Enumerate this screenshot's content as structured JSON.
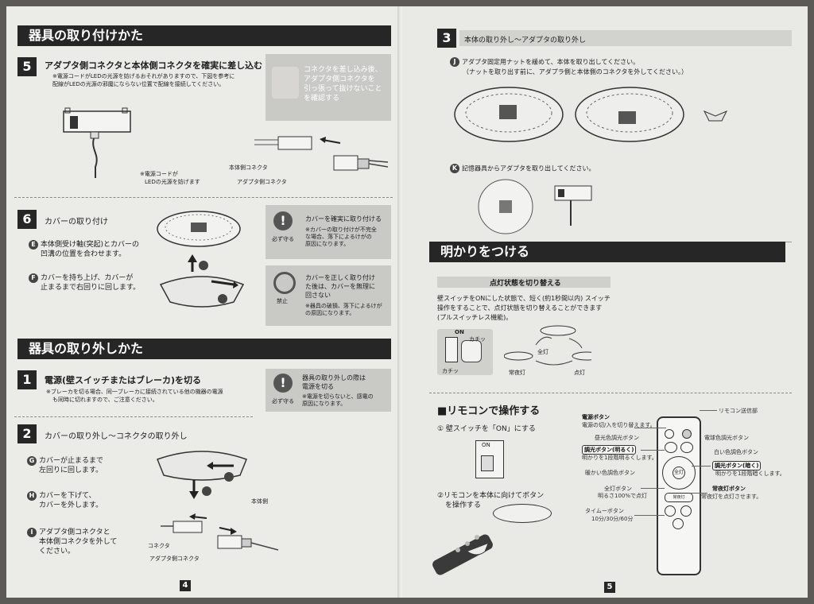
{
  "left": {
    "section_install": "器具の取り付けかた",
    "step5": {
      "num": "5",
      "title": "アダプタ側コネクタと本体側コネクタを確実に差し込む",
      "note_line1": "※電源コードがLEDの光源を妨げるおそれがありますので、下図を参考に",
      "note_line2": "配線がLEDの光源の邪魔にならない位置で配線を接続してください。",
      "caption_line1": "※電源コードが",
      "caption_line2": "LEDの光源を妨げます",
      "label_body_connector": "本体側コネクタ",
      "label_adapter_connector": "アダプタ側コネクタ",
      "tip_line1": "コネクタを差し込み後、",
      "tip_line2": "アダプタ側コネクタを",
      "tip_line3": "引っ張って抜けないこと",
      "tip_line4": "を確認する"
    },
    "step6": {
      "num": "6",
      "title": "カバーの取り付け",
      "item_e_mark": "E",
      "item_e_line1": "本体側受け軸(突起)とカバーの",
      "item_e_line2": "凹溝の位置を合わせます。",
      "item_f_mark": "F",
      "item_f_line1": "カバーを持ち上げ、カバーが",
      "item_f_line2": "止まるまで右回りに回します。",
      "warn1_icon_label": "必ず守る",
      "warn1_title": "カバーを確実に取り付ける",
      "warn1_note1": "※カバーの取り付けが不完全",
      "warn1_note2": "な場合、落下によるけがの",
      "warn1_note3": "原因になります。",
      "warn2_icon_label": "禁止",
      "warn2_line1": "カバーを正しく取り付け",
      "warn2_line2": "た後は、カバーを無理に",
      "warn2_line3": "回さない",
      "warn2_note1": "※器具の破損、落下によるけが",
      "warn2_note2": "の原因になります。"
    },
    "section_remove": "器具の取り外しかた",
    "rstep1": {
      "num": "1",
      "title": "電源(壁スイッチまたはブレーカ)を切る",
      "note_line1": "※ブレーカを切る場合、同一ブレーカに接続されている他の機器の電源",
      "note_line2": "も同時に切れますので、ご注意ください。",
      "warn_icon_label": "必ず守る",
      "warn_line1": "器具の取り外しの際は",
      "warn_line2": "電源を切る",
      "warn_note1": "※電源を切らないと、感電の",
      "warn_note2": "原因になります。"
    },
    "rstep2": {
      "num": "2",
      "title": "カバーの取り外し～コネクタの取り外し",
      "item_g_mark": "G",
      "item_g_line1": "カバーが止まるまで",
      "item_g_line2": "左回りに回します。",
      "item_h_mark": "H",
      "item_h_line1": "カバーを下げて、",
      "item_h_line2": "カバーを外します。",
      "item_i_mark": "I",
      "item_i_line1": "アダプタ側コネクタと",
      "item_i_line2": "本体側コネクタを外して",
      "item_i_line3": "ください。",
      "label_body": "本体側",
      "label_connector": "コネクタ",
      "label_adapter_connector": "アダプタ側コネクタ"
    },
    "page_number": "4"
  },
  "right": {
    "rstep3": {
      "num": "3",
      "title": "本体の取り外し～アダプタの取り外し",
      "item_j_mark": "J",
      "item_j_line1": "アダプタ固定用ナットを緩めて、本体を取り出してください。",
      "item_j_line2": "（ナットを取り出す前に、アダプラ側と本体側のコネクタを外してください。）",
      "item_k_mark": "K",
      "item_k_text": "記憶器具からアダプタを取り出してください。"
    },
    "section_light": "明かりをつける",
    "switch_mode": {
      "bar_title": "点灯状態を切り替える",
      "desc_line1": "壁スイッチをONにした状態で、短く(約1秒間以内) スイッチ",
      "desc_line2": "操作をすることで、点灯状態を切り替えることができます",
      "desc_line3": "(プルスイッチレス機能)。",
      "label_on": "ON",
      "label_click1": "カチッ",
      "label_click2": "カチッ",
      "label_full": "全灯",
      "label_night": "常夜灯",
      "label_off": "点灯"
    },
    "remote": {
      "heading": "■リモコンで操作する",
      "step1": "① 壁スイッチを「ON」にする",
      "switch_on": "ON",
      "step2_line1": "②リモコンを本体に向けてボタン",
      "step2_line2": "を操作する",
      "transmitter": "リモコン送信部",
      "power_btn": "電源ボタン",
      "power_desc": "電源の切/入を切り替えます。",
      "daylight_btn": "昼光色調光ボタン",
      "bulb_btn": "電球色調光ボタン",
      "bright_btn": "調光ボタン(明るく)",
      "bright_desc": "明かりを1段階明るくします。",
      "white_btn": "白い色調色ボタン",
      "warm_btn": "暖かい色調色ボタン",
      "dim_btn": "調光ボタン(暗く)",
      "dim_desc": "明かりを1段階暗くします。",
      "full_btn": "全灯ボタン",
      "full_desc": "明るさ100%で点灯",
      "night_btn": "常夜灯ボタン",
      "night_desc": "常夜灯を点灯させます。",
      "timer_btn": "タイムーボタン",
      "timer_desc": "10分/30分/60分",
      "key_full": "全灯",
      "key_night": "常夜灯"
    },
    "page_number": "5"
  }
}
